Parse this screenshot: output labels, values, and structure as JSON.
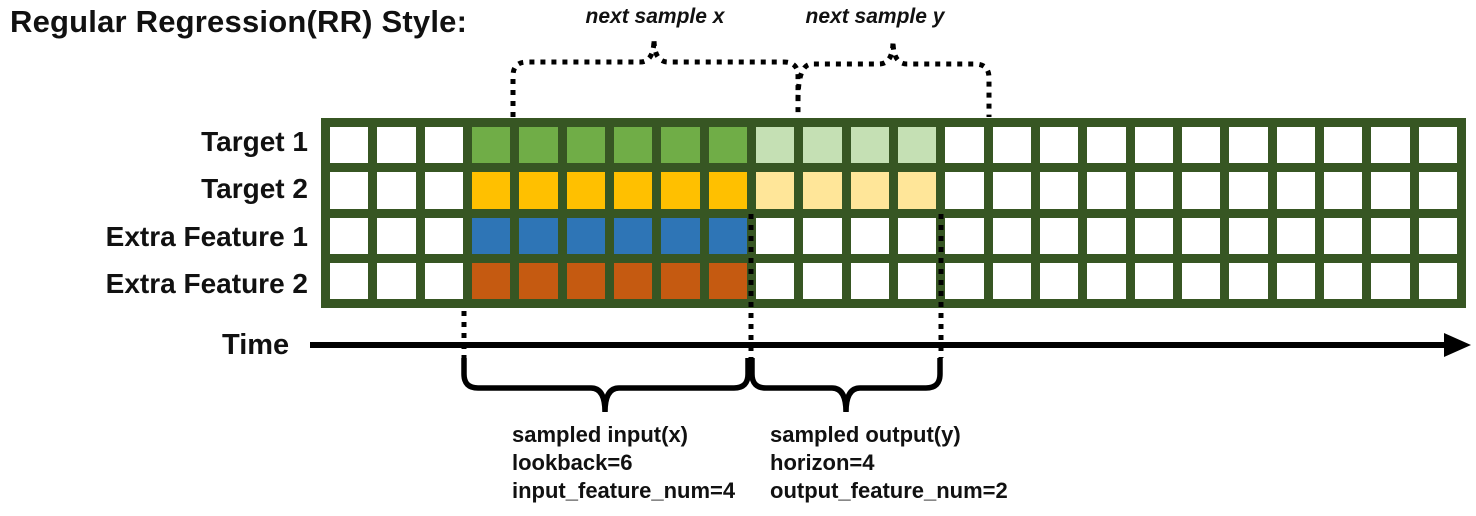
{
  "title": "Regular Regression(RR) Style:",
  "row_labels": [
    "Target 1",
    "Target 2",
    "Extra Feature 1",
    "Extra Feature 2"
  ],
  "annotations": {
    "next_sample_x": "next sample x",
    "next_sample_y": "next sample y",
    "time_label": "Time",
    "input_block": [
      "sampled input(x)",
      "lookback=6",
      "input_feature_num=4"
    ],
    "output_block": [
      "sampled output(y)",
      "horizon=4",
      "output_feature_num=2"
    ]
  },
  "grid": {
    "columns": 24,
    "border_color": "#375623",
    "empty_cell_color": "#FFFFFF",
    "rows": [
      {
        "segments": [
          {
            "start": 3,
            "len": 6,
            "color": "#70AD47"
          },
          {
            "start": 9,
            "len": 4,
            "color": "#C5E0B4"
          }
        ]
      },
      {
        "segments": [
          {
            "start": 3,
            "len": 6,
            "color": "#FFC000"
          },
          {
            "start": 9,
            "len": 4,
            "color": "#FFE699"
          }
        ]
      },
      {
        "segments": [
          {
            "start": 3,
            "len": 6,
            "color": "#2E75B6"
          }
        ]
      },
      {
        "segments": [
          {
            "start": 3,
            "len": 6,
            "color": "#C55A11"
          }
        ]
      }
    ]
  },
  "colors": {
    "line": "#000000",
    "text": "#111111",
    "grid_border": "#375623",
    "input_green": "#70AD47",
    "output_green": "#C5E0B4",
    "input_gold": "#FFC000",
    "output_gold": "#FFE699",
    "input_blue": "#2E75B6",
    "input_orange": "#C55A11"
  }
}
